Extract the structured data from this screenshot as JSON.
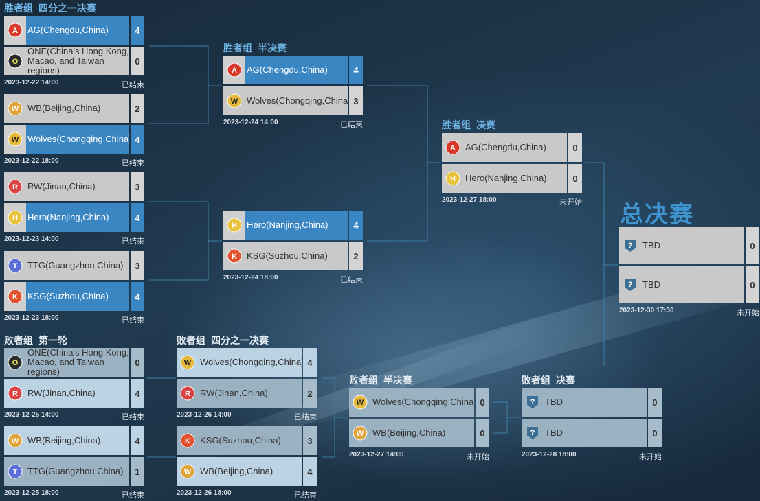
{
  "stages": {
    "wb_qf": {
      "title": "胜者组",
      "sub": "四分之一决赛"
    },
    "wb_sf": {
      "title": "胜者组",
      "sub": "半决赛"
    },
    "wb_f": {
      "title": "胜者组",
      "sub": "决赛"
    },
    "grand_final": {
      "title": "总决赛"
    },
    "lb_r1": {
      "title": "败者组",
      "sub": "第一轮"
    },
    "lb_qf": {
      "title": "败者组",
      "sub": "四分之一决赛"
    },
    "lb_sf": {
      "title": "败者组",
      "sub": "半决赛"
    },
    "lb_f": {
      "title": "败者组",
      "sub": "决赛"
    }
  },
  "matches": {
    "wbqf1": {
      "time": "2023-12-22 14:00",
      "status": "已结束",
      "teams": [
        {
          "name": "AG(Chengdu,China)",
          "score": "4",
          "logo": "ag-logo",
          "win": true
        },
        {
          "name": "ONE(China's Hong Kong, Macao, and Taiwan regions)",
          "score": "0",
          "logo": "one-logo",
          "win": false
        }
      ]
    },
    "wbqf2": {
      "time": "2023-12-22 18:00",
      "status": "已结束",
      "teams": [
        {
          "name": "WB(Beijing,China)",
          "score": "2",
          "logo": "wb-logo",
          "win": false
        },
        {
          "name": "Wolves(Chongqing,China)",
          "score": "4",
          "logo": "wolves-logo",
          "win": true
        }
      ]
    },
    "wbqf3": {
      "time": "2023-12-23 14:00",
      "status": "已结束",
      "teams": [
        {
          "name": "RW(Jinan,China)",
          "score": "3",
          "logo": "rw-logo",
          "win": false
        },
        {
          "name": "Hero(Nanjing,China)",
          "score": "4",
          "logo": "hero-logo",
          "win": true
        }
      ]
    },
    "wbqf4": {
      "time": "2023-12-23 18:00",
      "status": "已结束",
      "teams": [
        {
          "name": "TTG(Guangzhou,China)",
          "score": "3",
          "logo": "ttg-logo",
          "win": false
        },
        {
          "name": "KSG(Suzhou,China)",
          "score": "4",
          "logo": "ksg-logo",
          "win": true
        }
      ]
    },
    "wbsf1": {
      "time": "2023-12-24 14:00",
      "status": "已结束",
      "teams": [
        {
          "name": "AG(Chengdu,China)",
          "score": "4",
          "logo": "ag-logo",
          "win": true
        },
        {
          "name": "Wolves(Chongqing,China)",
          "score": "3",
          "logo": "wolves-logo",
          "win": false
        }
      ]
    },
    "wbsf2": {
      "time": "2023-12-24 18:00",
      "status": "已结束",
      "teams": [
        {
          "name": "Hero(Nanjing,China)",
          "score": "4",
          "logo": "hero-logo",
          "win": true
        },
        {
          "name": "KSG(Suzhou,China)",
          "score": "2",
          "logo": "ksg-logo",
          "win": false
        }
      ]
    },
    "wbf": {
      "time": "2023-12-27 18:00",
      "status": "未开始",
      "teams": [
        {
          "name": "AG(Chengdu,China)",
          "score": "0",
          "logo": "ag-logo",
          "win": false
        },
        {
          "name": "Hero(Nanjing,China)",
          "score": "0",
          "logo": "hero-logo",
          "win": false
        }
      ]
    },
    "gf": {
      "time": "2023-12-30 17:30",
      "status": "未开始",
      "teams": [
        {
          "name": "TBD",
          "score": "0",
          "logo": "tbd-icon",
          "win": false
        },
        {
          "name": "TBD",
          "score": "0",
          "logo": "tbd-icon",
          "win": false
        }
      ]
    },
    "lbr1a": {
      "time": "2023-12-25 14:00",
      "status": "已结束",
      "teams": [
        {
          "name": "ONE(China's Hong Kong, Macao, and Taiwan regions)",
          "score": "0",
          "logo": "one-logo",
          "win": false
        },
        {
          "name": "RW(Jinan,China)",
          "score": "4",
          "logo": "rw-logo",
          "win": true
        }
      ]
    },
    "lbr1b": {
      "time": "2023-12-25 18:00",
      "status": "已结束",
      "teams": [
        {
          "name": "WB(Beijing,China)",
          "score": "4",
          "logo": "wb-logo",
          "win": true
        },
        {
          "name": "TTG(Guangzhou,China)",
          "score": "1",
          "logo": "ttg-logo",
          "win": false
        }
      ]
    },
    "lbqf1": {
      "time": "2023-12-26 14:00",
      "status": "已结束",
      "teams": [
        {
          "name": "Wolves(Chongqing,China)",
          "score": "4",
          "logo": "wolves-logo",
          "win": true
        },
        {
          "name": "RW(Jinan,China)",
          "score": "2",
          "logo": "rw-logo",
          "win": false
        }
      ]
    },
    "lbqf2": {
      "time": "2023-12-26 18:00",
      "status": "已结束",
      "teams": [
        {
          "name": "KSG(Suzhou,China)",
          "score": "3",
          "logo": "ksg-logo",
          "win": false
        },
        {
          "name": "WB(Beijing,China)",
          "score": "4",
          "logo": "wb-logo",
          "win": true
        }
      ]
    },
    "lbsf": {
      "time": "2023-12-27 14:00",
      "status": "未开始",
      "teams": [
        {
          "name": "Wolves(Chongqing,China)",
          "score": "0",
          "logo": "wolves-logo",
          "win": false
        },
        {
          "name": "WB(Beijing,China)",
          "score": "0",
          "logo": "wb-logo",
          "win": false
        }
      ]
    },
    "lbf": {
      "time": "2023-12-28 18:00",
      "status": "未开始",
      "teams": [
        {
          "name": "TBD",
          "score": "0",
          "logo": "tbd-icon",
          "win": false
        },
        {
          "name": "TBD",
          "score": "0",
          "logo": "tbd-icon",
          "win": false
        }
      ]
    }
  },
  "colors": {
    "winner": "#3a86c3",
    "title_accent": "#6fb6e6",
    "grand_final_title": "#3f93cf",
    "line": "#3f7ea6"
  }
}
